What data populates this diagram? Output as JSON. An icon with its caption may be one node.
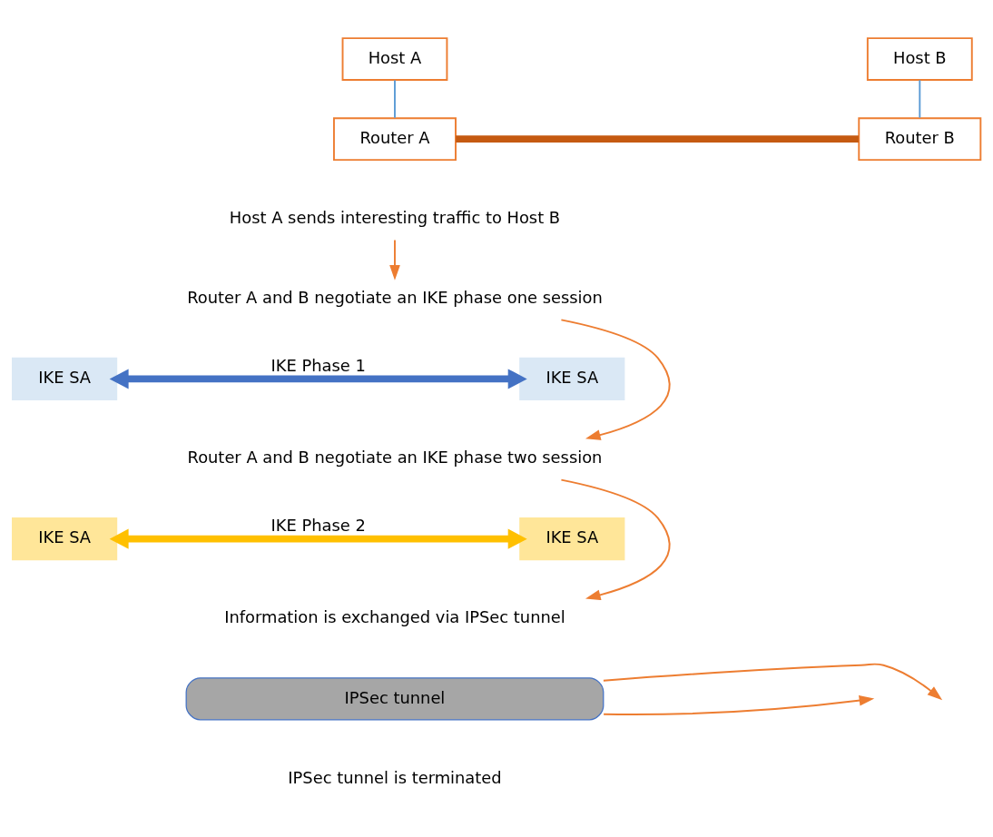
{
  "diagram": {
    "nodes": [
      {
        "text": [
          "Host A"
        ]
      },
      {
        "text": [
          "Router A"
        ]
      },
      {
        "text": [
          "Router B"
        ]
      },
      {
        "text": [
          "Host B"
        ]
      },
      {
        "text": [
          "Host A sends interesting traffic to Host B"
        ]
      },
      {
        "text": [
          "Router A and B negotiate an IKE phase one session"
        ]
      },
      {
        "text": [
          "IKE SA"
        ]
      },
      {
        "text": [
          "IKE SA"
        ]
      },
      {
        "text": [
          "Router A and B negotiate an IKE phase two session"
        ]
      },
      {
        "text": [
          "IKE SA"
        ]
      },
      {
        "text": [
          "IKE SA"
        ]
      },
      {
        "text": [
          "Information is exchanged via IPSec tunnel"
        ]
      },
      {
        "text": [
          "IPSec tunnel"
        ]
      },
      {
        "text": [
          "IPSec tunnel is terminated"
        ]
      }
    ],
    "edges": [
      {
        "from": 0,
        "to": 1,
        "arrow": "none",
        "color": "#5b9bd5"
      },
      {
        "from": 1,
        "to": 2,
        "arrow": "none",
        "style": "thick",
        "color": "#c55a11"
      },
      {
        "from": 3,
        "to": 2,
        "arrow": "none",
        "color": "#5b9bd5"
      },
      {
        "from": 4,
        "to": 5,
        "arrow": "to"
      },
      {
        "from": 6,
        "to": 7,
        "arrow": "both",
        "label": "IKE Phase 1",
        "style": "thick",
        "color": "#4472c4"
      },
      {
        "from": 5,
        "to": 8,
        "arrow": "to"
      },
      {
        "from": 9,
        "to": 10,
        "arrow": "both",
        "label": "IKE Phase 2",
        "style": "thick",
        "color": "#ffc000"
      },
      {
        "from": 8,
        "to": 11,
        "arrow": "to"
      },
      {
        "from": 12,
        "to": null,
        "arrow": "to"
      },
      {
        "from": 12,
        "to": null,
        "arrow": "to"
      }
    ]
  }
}
